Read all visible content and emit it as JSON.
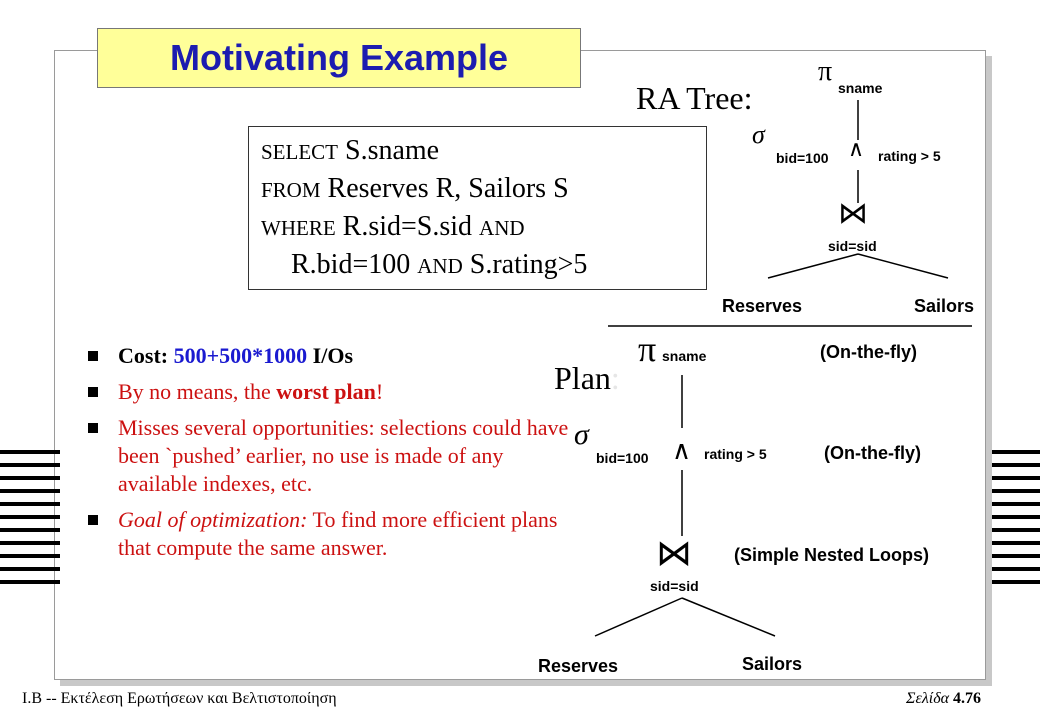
{
  "slide": {
    "title": "Motivating Example",
    "sql": {
      "line1_kw": "SELECT",
      "line1_rest": "S.sname",
      "line2_kw": "FROM",
      "line2_rest": "Reserves R, Sailors S",
      "line3_kw": "WHERE",
      "line3_rest": "R.sid=S.sid",
      "line3_and": "AND",
      "line4_a": "R.bid=100",
      "line4_and": "AND",
      "line4_b": "S.rating>5"
    },
    "ra_tree": {
      "label": "RA Tree:",
      "project_symbol": "π",
      "project_attr": "sname",
      "select_symbol": "σ",
      "select_left": "bid=100",
      "and_symbol": "∧",
      "select_right": "rating > 5",
      "join_symbol": "⋈",
      "join_cond": "sid=sid",
      "left_leaf": "Reserves",
      "right_leaf": "Sailors"
    },
    "plan": {
      "label_main": "Plan",
      "label_colon": ":",
      "project_symbol": "π",
      "project_attr": "sname",
      "project_note": "(On-the-fly)",
      "select_symbol": "σ",
      "select_left": "bid=100",
      "and_symbol": "∧",
      "select_right": "rating > 5",
      "select_note": "(On-the-fly)",
      "join_symbol": "⋈",
      "join_cond": "sid=sid",
      "join_note": "(Simple Nested Loops)",
      "left_leaf": "Reserves",
      "right_leaf": "Sailors"
    },
    "bullets": {
      "cost_label": "Cost:",
      "cost_value": "500+500*1000",
      "cost_unit": "I/Os",
      "b2_pre": "By no means,  the ",
      "b2_bold": "worst plan",
      "b2_post": "!",
      "b3": "Misses several opportunities: selections could have been `pushed’ earlier, no use is made of any available indexes, etc.",
      "b4_italic": "Goal of optimization:",
      "b4_rest": " To find more efficient plans that compute the same answer."
    },
    "footer": {
      "left": "I.B --  Εκτέλεση Ερωτήσεων και Βελτιστοποίηση",
      "page_label": "Σελίδα",
      "page_number": "4.76"
    },
    "colors": {
      "title_text": "#1c1cb0",
      "title_bg": "#ffff99",
      "bullet_red": "#cc1111",
      "cost_blue": "#1a1ad0"
    }
  }
}
